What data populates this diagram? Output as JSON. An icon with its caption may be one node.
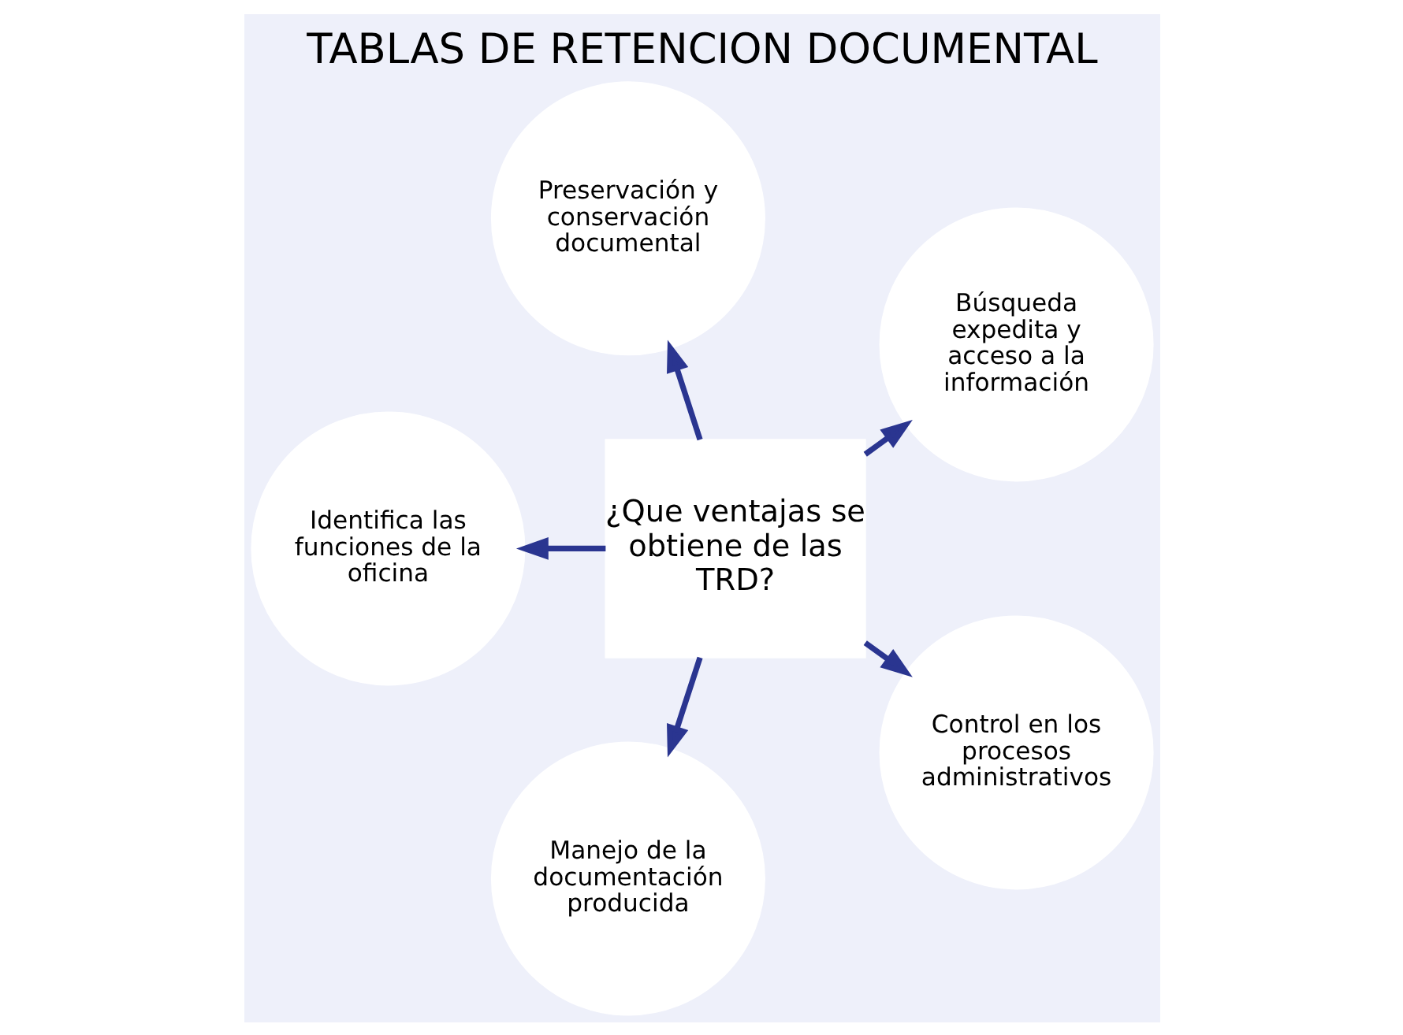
{
  "diagram": {
    "title": "TABLAS DE RETENCION DOCUMENTAL",
    "nodes": [
      {
        "text": [
          "Búsqueda expedita y acceso a la información"
        ]
      },
      {
        "text": [
          "¿Que ventajas se obtiene de las TRD?"
        ]
      },
      {
        "text": [
          "Preservación y conservación documental"
        ]
      },
      {
        "text": [
          "Identifica las funciones de la oficina"
        ]
      },
      {
        "text": [
          "Manejo de la documentación producida"
        ]
      },
      {
        "text": [
          "Control en los procesos administrativos"
        ]
      }
    ],
    "edges": [
      {
        "from": 1,
        "to": 0,
        "arrow": "to"
      },
      {
        "from": 1,
        "to": 2,
        "arrow": "to"
      },
      {
        "from": 1,
        "to": 3,
        "arrow": "to"
      },
      {
        "from": 1,
        "to": 4,
        "arrow": "to"
      },
      {
        "from": 1,
        "to": 5,
        "arrow": "to"
      }
    ]
  }
}
